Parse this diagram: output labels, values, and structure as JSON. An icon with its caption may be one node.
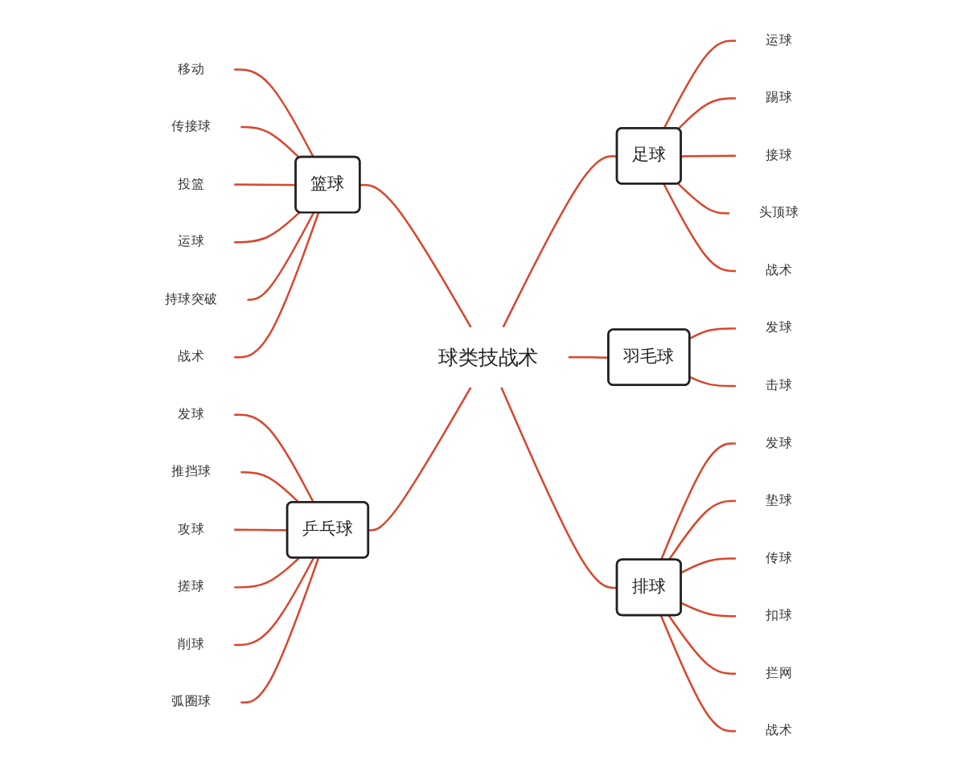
{
  "diagram": {
    "nodes": [
      {
        "text": [
          "球类技战术"
        ]
      },
      {
        "text": [
          "篮球"
        ]
      },
      {
        "text": [
          "移动"
        ]
      },
      {
        "text": [
          "传接球"
        ]
      },
      {
        "text": [
          "投篮"
        ]
      },
      {
        "text": [
          "运球"
        ]
      },
      {
        "text": [
          "持球突破"
        ]
      },
      {
        "text": [
          "战术"
        ]
      },
      {
        "text": [
          "乒乓球"
        ]
      },
      {
        "text": [
          "发球"
        ]
      },
      {
        "text": [
          "推挡球"
        ]
      },
      {
        "text": [
          "攻球"
        ]
      },
      {
        "text": [
          "搓球"
        ]
      },
      {
        "text": [
          "削球"
        ]
      },
      {
        "text": [
          "弧圈球"
        ]
      },
      {
        "text": [
          "足球"
        ]
      },
      {
        "text": [
          "运球"
        ]
      },
      {
        "text": [
          "踢球"
        ]
      },
      {
        "text": [
          "接球"
        ]
      },
      {
        "text": [
          "头顶球"
        ]
      },
      {
        "text": [
          "战术"
        ]
      },
      {
        "text": [
          "羽毛球"
        ]
      },
      {
        "text": [
          "发球"
        ]
      },
      {
        "text": [
          "击球"
        ]
      },
      {
        "text": [
          "排球"
        ]
      },
      {
        "text": [
          "发球"
        ]
      },
      {
        "text": [
          "垫球"
        ]
      },
      {
        "text": [
          "传球"
        ]
      },
      {
        "text": [
          "扣球"
        ]
      },
      {
        "text": [
          "拦网"
        ]
      },
      {
        "text": [
          "战术"
        ]
      }
    ],
    "edges": [
      {
        "from": 2,
        "to": 1,
        "arrow": "none"
      },
      {
        "from": 3,
        "to": 1,
        "arrow": "none"
      },
      {
        "from": 4,
        "to": 1,
        "arrow": "none"
      },
      {
        "from": 5,
        "to": 1,
        "arrow": "none"
      },
      {
        "from": 6,
        "to": 1,
        "arrow": "none"
      },
      {
        "from": 7,
        "to": 1,
        "arrow": "none"
      },
      {
        "from": 1,
        "to": 0,
        "arrow": "none"
      },
      {
        "from": 9,
        "to": 8,
        "arrow": "none"
      },
      {
        "from": 10,
        "to": 8,
        "arrow": "none"
      },
      {
        "from": 11,
        "to": 8,
        "arrow": "none"
      },
      {
        "from": 12,
        "to": 8,
        "arrow": "none"
      },
      {
        "from": 13,
        "to": 8,
        "arrow": "none"
      },
      {
        "from": 14,
        "to": 8,
        "arrow": "none"
      },
      {
        "from": 8,
        "to": 0,
        "arrow": "none"
      },
      {
        "from": 0,
        "to": 15,
        "arrow": "none"
      },
      {
        "from": 15,
        "to": 16,
        "arrow": "none"
      },
      {
        "from": 15,
        "to": 17,
        "arrow": "none"
      },
      {
        "from": 15,
        "to": 18,
        "arrow": "none"
      },
      {
        "from": 15,
        "to": 19,
        "arrow": "none"
      },
      {
        "from": 15,
        "to": 20,
        "arrow": "none"
      },
      {
        "from": 0,
        "to": 21,
        "arrow": "none"
      },
      {
        "from": 21,
        "to": 22,
        "arrow": "none"
      },
      {
        "from": 21,
        "to": 23,
        "arrow": "none"
      },
      {
        "from": 0,
        "to": 24,
        "arrow": "none"
      },
      {
        "from": 24,
        "to": 25,
        "arrow": "none"
      },
      {
        "from": 24,
        "to": 26,
        "arrow": "none"
      },
      {
        "from": 24,
        "to": 27,
        "arrow": "none"
      },
      {
        "from": 24,
        "to": 28,
        "arrow": "none"
      },
      {
        "from": 24,
        "to": 29,
        "arrow": "none"
      },
      {
        "from": 24,
        "to": 30,
        "arrow": "none"
      }
    ]
  }
}
